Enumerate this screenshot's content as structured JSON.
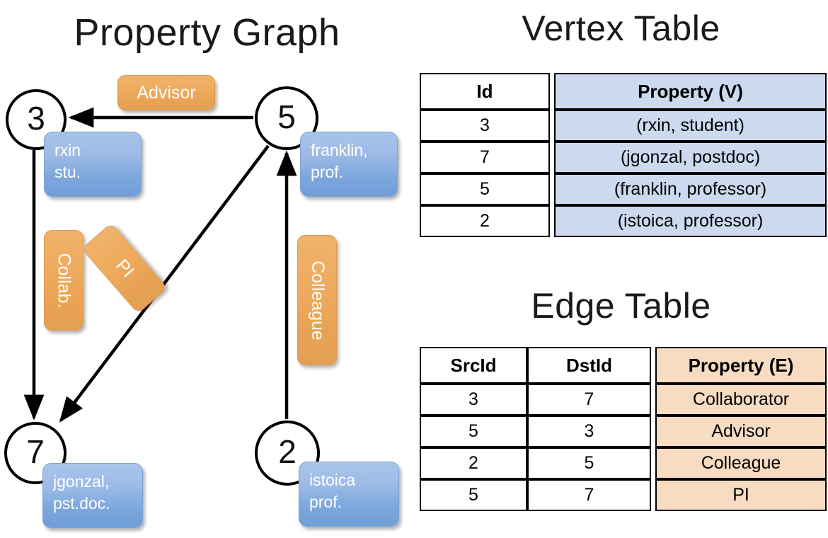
{
  "titles": {
    "property_graph": "Property Graph",
    "vertex_table": "Vertex Table",
    "edge_table": "Edge Table"
  },
  "graph": {
    "nodes": [
      {
        "id": "3",
        "name": "node-3",
        "property_line1": "rxin",
        "property_line2": "stu."
      },
      {
        "id": "5",
        "name": "node-5",
        "property_line1": "franklin,",
        "property_line2": "prof."
      },
      {
        "id": "7",
        "name": "node-7",
        "property_line1": "jgonzal,",
        "property_line2": "pst.doc."
      },
      {
        "id": "2",
        "name": "node-2",
        "property_line1": "istoica",
        "property_line2": "prof."
      }
    ],
    "edge_labels": [
      {
        "key": "advisor",
        "label": "Advisor"
      },
      {
        "key": "collab",
        "label": "Collab."
      },
      {
        "key": "pi",
        "label": "PI"
      },
      {
        "key": "colleague",
        "label": "Colleague"
      }
    ],
    "edges": [
      {
        "src": "5",
        "dst": "3",
        "label": "Advisor"
      },
      {
        "src": "3",
        "dst": "7",
        "label": "Collab."
      },
      {
        "src": "5",
        "dst": "7",
        "label": "PI"
      },
      {
        "src": "2",
        "dst": "5",
        "label": "Colleague"
      }
    ]
  },
  "vertex_table": {
    "headers": [
      "Id",
      "Property (V)"
    ],
    "rows": [
      {
        "id": "3",
        "property": "(rxin, student)"
      },
      {
        "id": "7",
        "property": "(jgonzal, postdoc)"
      },
      {
        "id": "5",
        "property": "(franklin, professor)"
      },
      {
        "id": "2",
        "property": "(istoica, professor)"
      }
    ]
  },
  "edge_table": {
    "headers": [
      "SrcId",
      "DstId",
      "Property (E)"
    ],
    "rows": [
      {
        "src": "3",
        "dst": "7",
        "property": "Collaborator"
      },
      {
        "src": "5",
        "dst": "3",
        "property": "Advisor"
      },
      {
        "src": "2",
        "dst": "5",
        "property": "Colleague"
      },
      {
        "src": "5",
        "dst": "7",
        "property": "PI"
      }
    ]
  },
  "colors": {
    "vertex_header_fill": "#ccd9ef",
    "edge_header_fill": "#f7dcc2",
    "node_box_blue": "#7da7dd",
    "edge_label_orange": "#eeab5e",
    "stroke": "#000000",
    "background": "#ffffff"
  }
}
